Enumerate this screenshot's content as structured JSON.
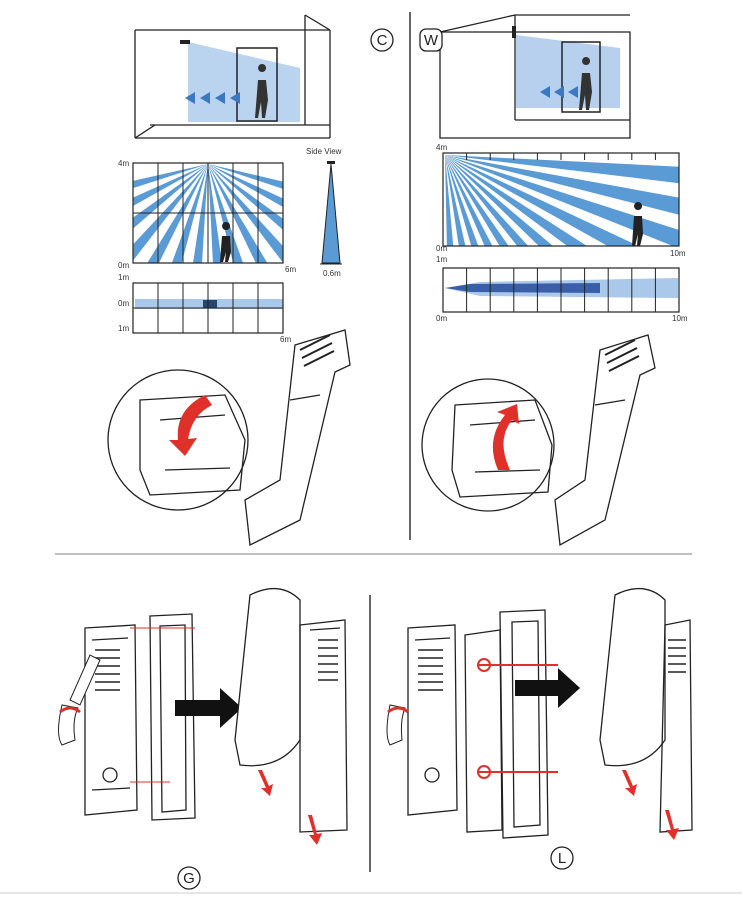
{
  "sections": {
    "ceiling_mode": {
      "badge": "C",
      "range_chart": {
        "y_top": "4m",
        "y_bottom": "0m",
        "x_end": "6m"
      },
      "side_view": {
        "title": "Side View",
        "width": "0.6m"
      },
      "top_view": {
        "y_top": "1m",
        "y_mid": "0m",
        "y_bottom": "1m",
        "x_end": "6m"
      }
    },
    "wall_mode": {
      "badge": "W",
      "range_chart": {
        "y_top": "4m",
        "y_bottom": "0m",
        "x_end": "10m"
      },
      "top_view": {
        "y_top": "1m",
        "x_start": "0m",
        "x_end": "10m"
      }
    },
    "mounting_g": {
      "badge": "G"
    },
    "mounting_l": {
      "badge": "L"
    }
  },
  "colors": {
    "beam": "#5b9bd5",
    "beam_light": "#a9c8ea",
    "arrow": "#e0302a",
    "line": "#222222"
  }
}
